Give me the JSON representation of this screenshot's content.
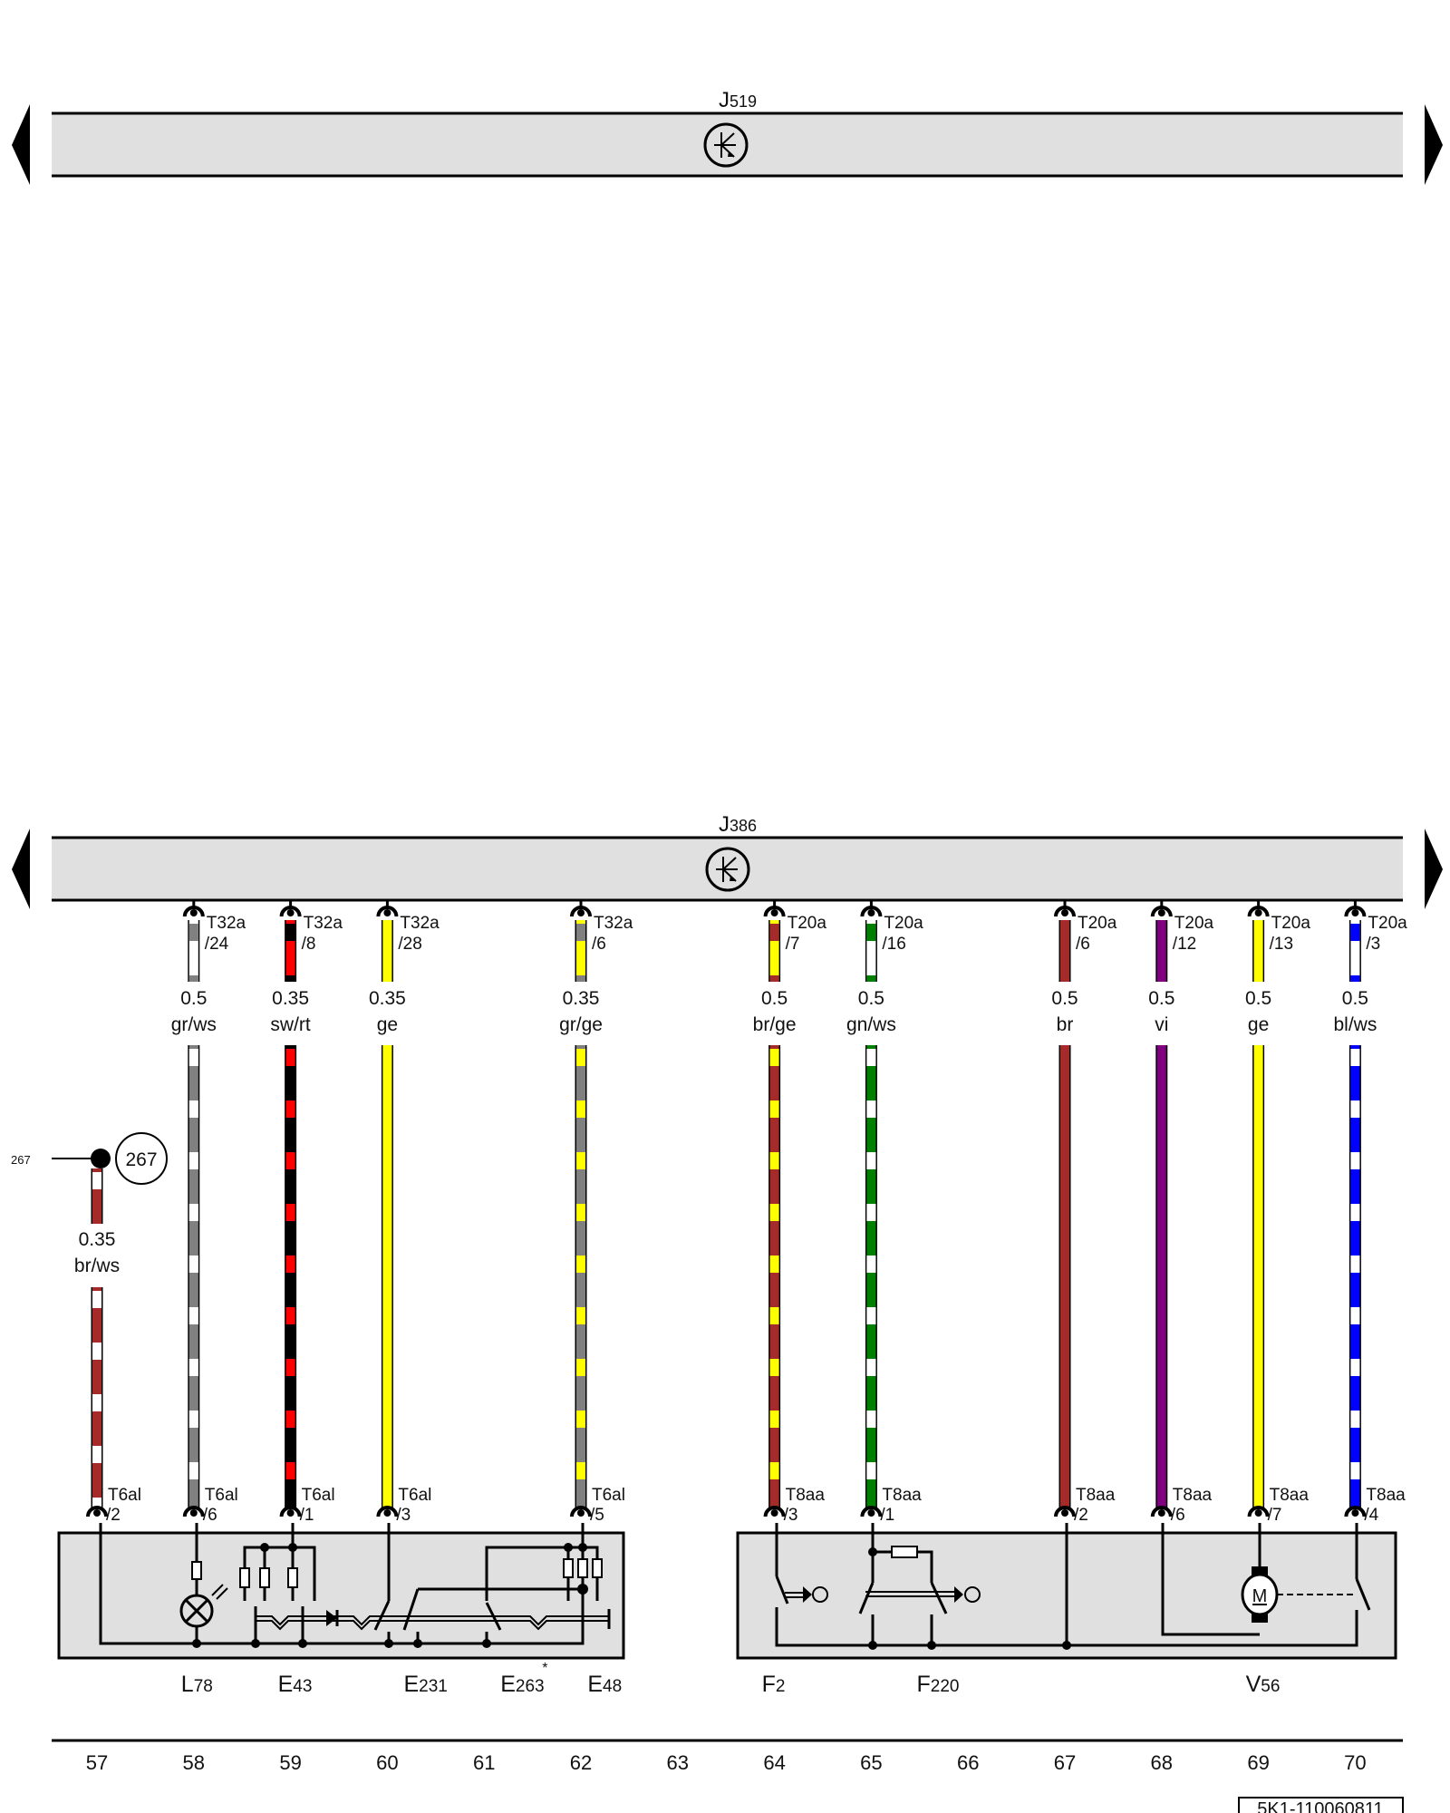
{
  "modules": [
    {
      "id": "J519",
      "prefix": "J",
      "num": "519"
    },
    {
      "id": "J386",
      "prefix": "J",
      "num": "386"
    }
  ],
  "reference": {
    "number": "267",
    "circle_label": "267"
  },
  "wires": [
    {
      "column": 57,
      "size": "0.35",
      "color_code": "br/ws",
      "colors": [
        "#a52a2a",
        "#ffffff"
      ],
      "connector_bottom": "T6al",
      "pin_bottom": "/2"
    },
    {
      "column": 58,
      "size": "0.5",
      "color_code": "gr/ws",
      "colors": [
        "#808080",
        "#ffffff"
      ],
      "connector_top": "T32a",
      "pin_top": "/24",
      "connector_bottom": "T6al",
      "pin_bottom": "/6"
    },
    {
      "column": 59,
      "size": "0.35",
      "color_code": "sw/rt",
      "colors": [
        "#000000",
        "#ff0000"
      ],
      "connector_top": "T32a",
      "pin_top": "/8",
      "connector_bottom": "T6al",
      "pin_bottom": "/1"
    },
    {
      "column": 60,
      "size": "0.35",
      "color_code": "ge",
      "colors": [
        "#ffff00"
      ],
      "connector_top": "T32a",
      "pin_top": "/28",
      "connector_bottom": "T6al",
      "pin_bottom": "/3"
    },
    {
      "column": 62,
      "size": "0.35",
      "color_code": "gr/ge",
      "colors": [
        "#808080",
        "#ffff00"
      ],
      "connector_top": "T32a",
      "pin_top": "/6",
      "connector_bottom": "T6al",
      "pin_bottom": "/5"
    },
    {
      "column": 64,
      "size": "0.5",
      "color_code": "br/ge",
      "colors": [
        "#a52a2a",
        "#ffff00"
      ],
      "connector_top": "T20a",
      "pin_top": "/7",
      "connector_bottom": "T8aa",
      "pin_bottom": "/3"
    },
    {
      "column": 65,
      "size": "0.5",
      "color_code": "gn/ws",
      "colors": [
        "#008000",
        "#ffffff"
      ],
      "connector_top": "T20a",
      "pin_top": "/16",
      "connector_bottom": "T8aa",
      "pin_bottom": "/1"
    },
    {
      "column": 67,
      "size": "0.5",
      "color_code": "br",
      "colors": [
        "#a52a2a"
      ],
      "connector_top": "T20a",
      "pin_top": "/6",
      "connector_bottom": "T8aa",
      "pin_bottom": "/2"
    },
    {
      "column": 68,
      "size": "0.5",
      "color_code": "vi",
      "colors": [
        "#800080"
      ],
      "connector_top": "T20a",
      "pin_top": "/12",
      "connector_bottom": "T8aa",
      "pin_bottom": "/6"
    },
    {
      "column": 69,
      "size": "0.5",
      "color_code": "ge",
      "colors": [
        "#ffff00"
      ],
      "connector_top": "T20a",
      "pin_top": "/13",
      "connector_bottom": "T8aa",
      "pin_bottom": "/7"
    },
    {
      "column": 70,
      "size": "0.5",
      "color_code": "bl/ws",
      "colors": [
        "#0000ff",
        "#ffffff"
      ],
      "connector_top": "T20a",
      "pin_top": "/3",
      "connector_bottom": "T8aa",
      "pin_bottom": "/4"
    }
  ],
  "components": [
    {
      "prefix": "L",
      "num": "78",
      "column": 58
    },
    {
      "prefix": "E",
      "num": "43",
      "column": 59
    },
    {
      "prefix": "E",
      "num": "231",
      "column": 60.3
    },
    {
      "prefix": "E",
      "num": "263",
      "column": 61.3,
      "note": "*"
    },
    {
      "prefix": "E",
      "num": "48",
      "column": 62.2
    },
    {
      "prefix": "F",
      "num": "2",
      "column": 64
    },
    {
      "prefix": "F",
      "num": "220",
      "column": 65.6
    },
    {
      "prefix": "V",
      "num": "56",
      "column": 69
    }
  ],
  "columns": [
    "57",
    "58",
    "59",
    "60",
    "61",
    "62",
    "63",
    "64",
    "65",
    "66",
    "67",
    "68",
    "69",
    "70"
  ],
  "motor_label": "M",
  "drawing_number": "5K1-110060811",
  "colors": {
    "module_fill": "#e0e0e0",
    "line": "#000000"
  }
}
